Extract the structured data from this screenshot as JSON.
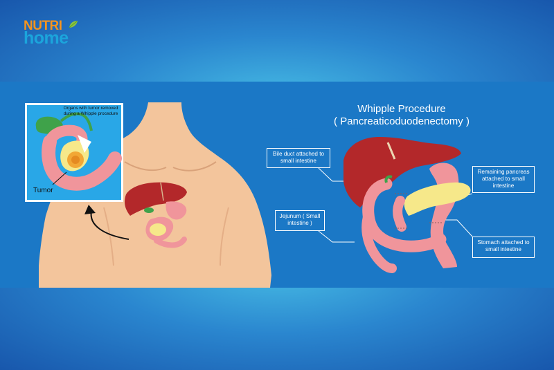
{
  "brand": {
    "name_top": "NUTRI",
    "name_bottom": "home"
  },
  "diagram": {
    "title_line1": "Whipple Procedure",
    "title_line2": "( Pancreaticoduodenectomy )",
    "inset_caption": "Organs with tumor removed during a Whipple procedure",
    "tumor_label": "Tumor",
    "labels": {
      "bile_duct": "Bile duct attached to small intestine",
      "jejunum": "Jejunum ( Small intestine )",
      "remaining_pancreas": "Remaining pancreas attached to small intestine",
      "stomach": "Stomach attached to small intestine"
    }
  },
  "colors": {
    "band": "#1b78c6",
    "skin": "#f3c59c",
    "liver": "#b3282a",
    "intestine": "#f0959b",
    "pancreas": "#f6e88a",
    "gallbladder": "#3fa24a",
    "inset_bg": "#29a7e7"
  }
}
